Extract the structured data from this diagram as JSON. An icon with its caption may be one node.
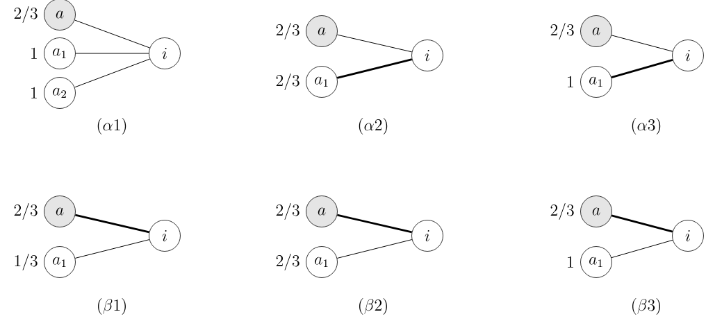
{
  "diagram": {
    "nodes": [
      {
        "text": [
          "a"
        ],
        "beside": [
          "2/3"
        ]
      },
      {
        "text": [
          "a_1"
        ],
        "beside": [
          "1"
        ]
      },
      {
        "text": [
          "a_2"
        ],
        "beside": [
          "1"
        ]
      },
      {
        "text": [
          "i"
        ]
      },
      {
        "text": [
          "a"
        ],
        "beside": [
          "2/3"
        ]
      },
      {
        "text": [
          "a_1"
        ],
        "beside": [
          "2/3"
        ]
      },
      {
        "text": [
          "i"
        ]
      },
      {
        "text": [
          "a"
        ],
        "beside": [
          "2/3"
        ]
      },
      {
        "text": [
          "a_1"
        ],
        "beside": [
          "1"
        ]
      },
      {
        "text": [
          "i"
        ]
      },
      {
        "text": [
          "a"
        ],
        "beside": [
          "2/3"
        ]
      },
      {
        "text": [
          "a_1"
        ],
        "beside": [
          "1/3"
        ]
      },
      {
        "text": [
          "i"
        ]
      },
      {
        "text": [
          "a"
        ],
        "beside": [
          "2/3"
        ]
      },
      {
        "text": [
          "a_1"
        ],
        "beside": [
          "2/3"
        ]
      },
      {
        "text": [
          "i"
        ]
      },
      {
        "text": [
          "a"
        ],
        "beside": [
          "2/3"
        ]
      },
      {
        "text": [
          "a_1"
        ],
        "beside": [
          "1"
        ]
      },
      {
        "text": [
          "i"
        ]
      }
    ],
    "edges": [
      {
        "from": 0,
        "to": 3,
        "arrow": "none"
      },
      {
        "from": 1,
        "to": 3,
        "arrow": "none"
      },
      {
        "from": 2,
        "to": 3,
        "arrow": "none"
      },
      {
        "from": 4,
        "to": 6,
        "arrow": "none"
      },
      {
        "from": 5,
        "to": 6,
        "arrow": "none",
        "style": "thick"
      },
      {
        "from": 7,
        "to": 9,
        "arrow": "none"
      },
      {
        "from": 8,
        "to": 9,
        "arrow": "none",
        "style": "thick"
      },
      {
        "from": 10,
        "to": 12,
        "arrow": "none",
        "style": "thick"
      },
      {
        "from": 11,
        "to": 12,
        "arrow": "none"
      },
      {
        "from": 13,
        "to": 15,
        "arrow": "none",
        "style": "thick"
      },
      {
        "from": 14,
        "to": 15,
        "arrow": "none"
      },
      {
        "from": 16,
        "to": 18,
        "arrow": "none",
        "style": "thick"
      },
      {
        "from": 17,
        "to": 18,
        "arrow": "none"
      }
    ],
    "labels": [
      "(\\alpha1)",
      "(\\alpha2)",
      "(\\alpha3)",
      "(\\beta1)",
      "(\\beta2)",
      "(\\beta3)"
    ]
  }
}
